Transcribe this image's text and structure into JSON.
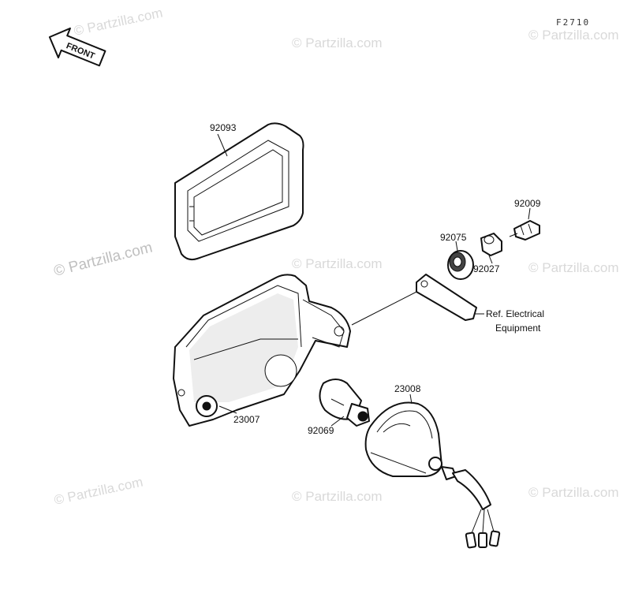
{
  "diagram_code": "F2710",
  "front_arrow_label": "FRONT",
  "watermark": "© Partzilla.com",
  "callouts": {
    "gasket": "92093",
    "headlight_housing": "23007",
    "bulb": "92069",
    "socket_assembly": "23008",
    "grommet": "92075",
    "collar": "92027",
    "bolt": "92009",
    "ref_line1": "Ref. Electrical",
    "ref_line2": "Equipment"
  }
}
